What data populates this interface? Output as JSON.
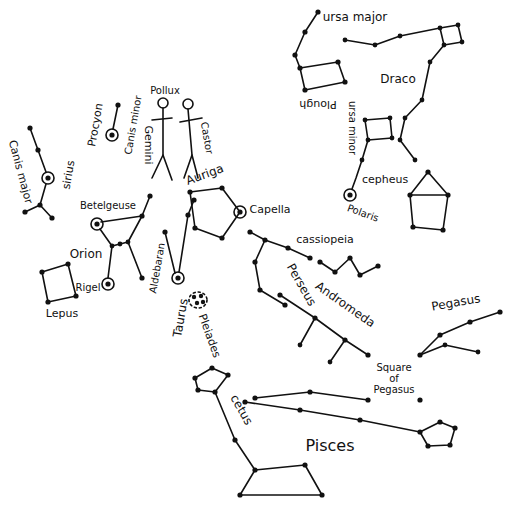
{
  "diagram": {
    "nodes": [
      {
        "text": [
          "Procyon",
          "Canis minor"
        ]
      },
      {
        "text": [
          "Gemini",
          "Pollux",
          "Castor"
        ]
      },
      {
        "text": [
          "sirius",
          "Canis major"
        ]
      },
      {
        "text": [
          "Betelgeuse",
          "Orion",
          "Rigel"
        ]
      },
      {
        "text": [
          "Lepus"
        ]
      },
      {
        "text": [
          "Aldebaran",
          "Taurus"
        ]
      },
      {
        "text": [
          "Square of Pegasus"
        ]
      },
      {
        "text": [
          "Pisces"
        ]
      }
    ],
    "labels": [
      "ursa major",
      "Plough",
      "Draco",
      "ursa minor",
      "Polaris",
      "cepheus",
      "cassiopeia",
      "Auriga",
      "Capella",
      "Perseus",
      "Andromeda",
      "Pegasus",
      "Pleiades",
      "cetus"
    ]
  }
}
